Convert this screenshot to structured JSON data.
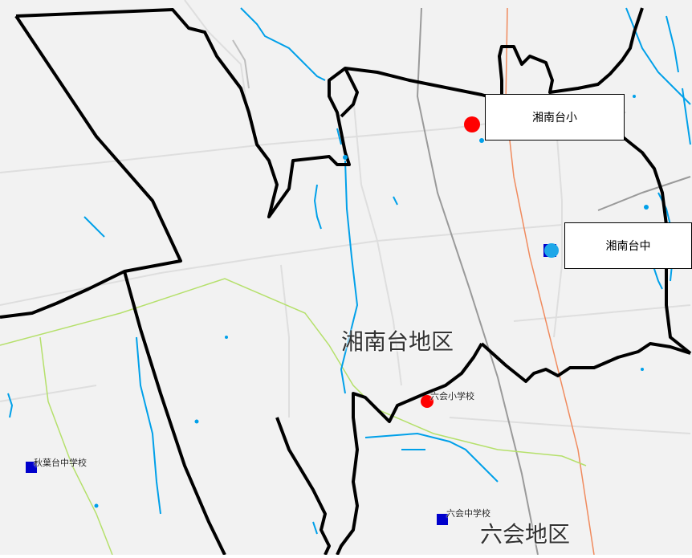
{
  "map": {
    "district_labels": {
      "shonandai": "湘南台地区",
      "mutsuai": "六会地区"
    },
    "school_labels": {
      "mutsuai_elementary": "六会小学校",
      "akibadai_junior": "秋葉台中学校",
      "mutsuai_junior": "六会中学校"
    },
    "callouts": {
      "shonandai_elementary": "湘南台小",
      "shonandai_junior": "湘南台中"
    },
    "colors": {
      "background": "#f2f2f2",
      "boundary": "#000000",
      "river": "#00a0e9",
      "road_minor": "#dcdcdc",
      "railway": "#9a9a9a",
      "railway_orange": "#f08a5d",
      "green_line": "#b5e06b",
      "elementary_marker": "#ff0000",
      "junior_marker": "#0000cc",
      "selected_marker": "#1ea7e8"
    }
  }
}
